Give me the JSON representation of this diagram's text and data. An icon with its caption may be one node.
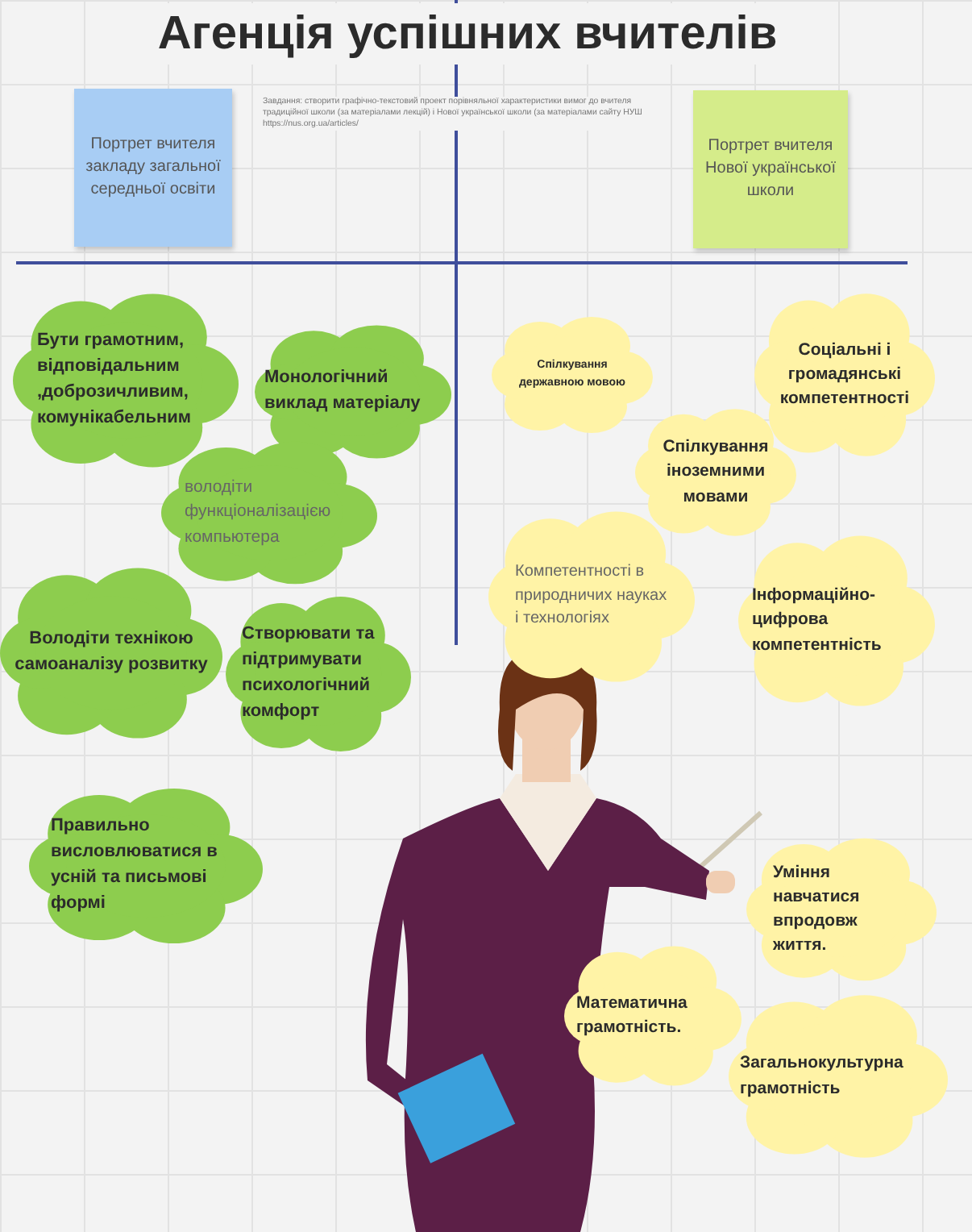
{
  "diagram": {
    "title": "Агенція успішних вчителів",
    "nodes": [
      {
        "text": [
          "Портрет вчителя закладу загальної середньої освіти"
        ]
      },
      {
        "text": [
          "Портрет вчителя Нової української школи"
        ]
      },
      {
        "text": [
          "Бути грамотним, відповідальним ,доброзичливим, комунікабельним"
        ]
      },
      {
        "text": [
          "Монологічний виклад матеріалу"
        ]
      },
      {
        "text": [
          "володіти функціоналізацією компьютера"
        ]
      },
      {
        "text": [
          "Володіти технікою самоаналізу розвитку"
        ]
      },
      {
        "text": [
          "Створювати та підтримувати психологічний комфорт"
        ]
      },
      {
        "text": [
          "Правильно висловлюватися в усній та письмові формі"
        ]
      },
      {
        "text": [
          "Спілкування державною мовою"
        ]
      },
      {
        "text": [
          "Соціальні і громадянські компетентності"
        ]
      },
      {
        "text": [
          "Спілкування іноземними мовами"
        ]
      },
      {
        "text": [
          "Компетентності в природничих науках і технологіях"
        ]
      },
      {
        "text": [
          "Інформаційно-цифрова компетентність"
        ]
      },
      {
        "text": [
          "Уміння навчатися впродовж життя."
        ]
      },
      {
        "text": [
          "Математична грамотність."
        ]
      },
      {
        "text": [
          "Загальнокультурна грамотність"
        ]
      }
    ],
    "labels": [
      "Завдання: створити графічно-текстовий проект порівняльної характеристики вимог до вчителя традиційної школи (за матеріалами лекцій) і Нової української школи (за матеріалами сайту НУШ https://nus.org.ua/articles/"
    ]
  }
}
